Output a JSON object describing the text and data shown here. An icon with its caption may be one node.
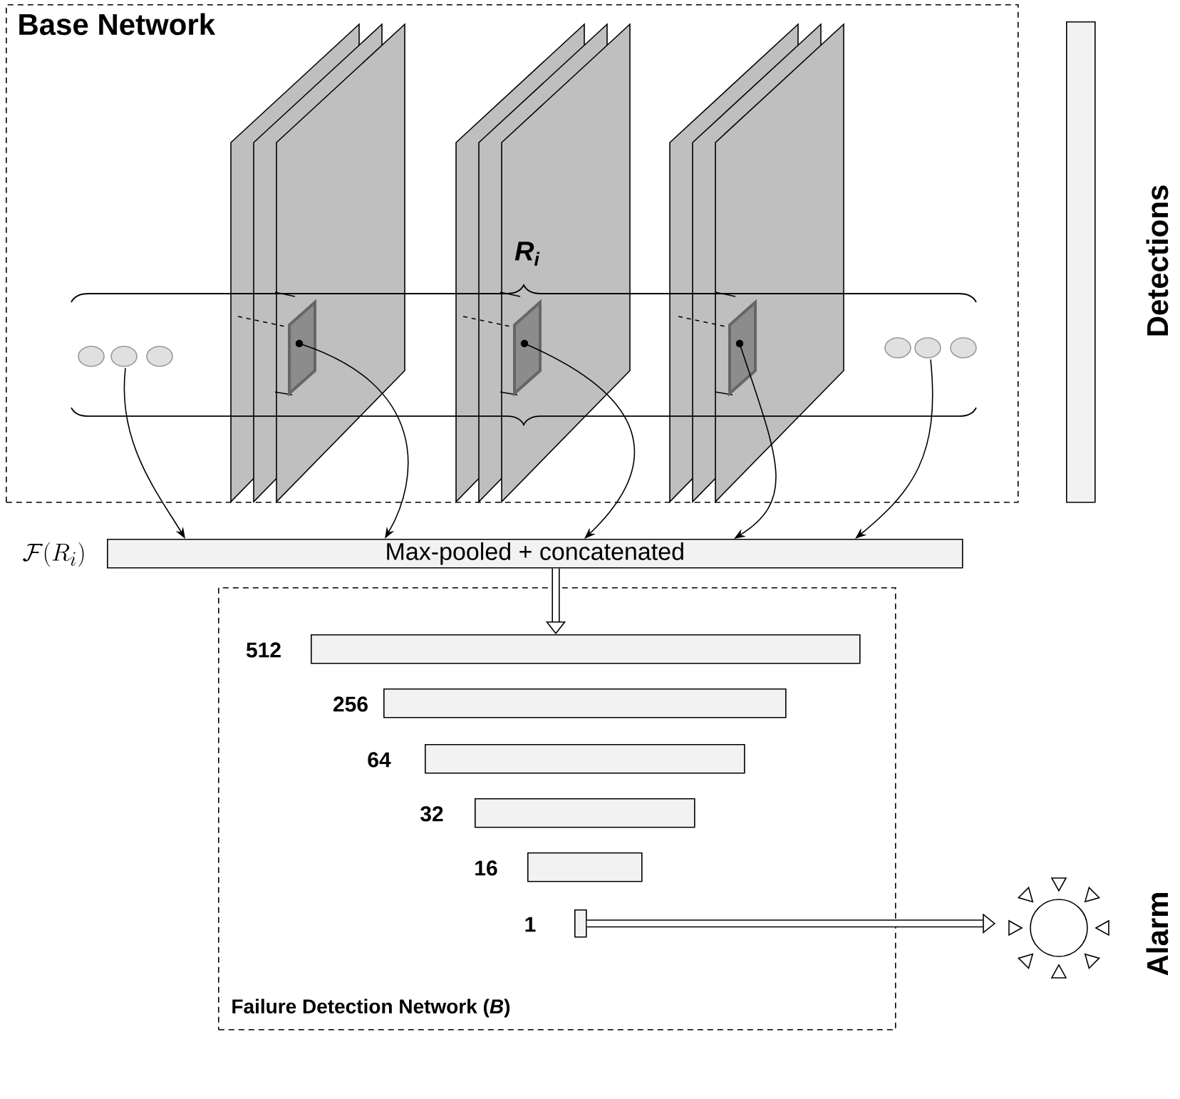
{
  "diagram": {
    "nodes": [
      {
        "text": [
          "Base Network"
        ]
      },
      {
        "text": [
          "Detections"
        ]
      },
      {
        "text": [],
        "shape": "circle",
        "in": 0
      },
      {
        "text": [],
        "shape": "box",
        "in": 0
      },
      {
        "text": [],
        "shape": "box",
        "in": 0
      },
      {
        "text": [],
        "shape": "box",
        "in": 0
      },
      {
        "text": [],
        "shape": "circle",
        "in": 0
      },
      {
        "text": [
          "Max-pooled + concatenated"
        ],
        "beside": [
          "\\mathcal{F}(R_i)"
        ]
      },
      {
        "text": [
          "Failure Detection Network (*B*)"
        ]
      },
      {
        "text": [],
        "shape": "bar",
        "in": 8,
        "beside": [
          "512"
        ]
      },
      {
        "text": [],
        "shape": "bar",
        "in": 8,
        "beside": [
          "256"
        ]
      },
      {
        "text": [],
        "shape": "bar",
        "in": 8,
        "beside": [
          "64"
        ]
      },
      {
        "text": [],
        "shape": "bar",
        "in": 8,
        "beside": [
          "32"
        ]
      },
      {
        "text": [],
        "shape": "bar",
        "in": 8,
        "beside": [
          "16"
        ]
      },
      {
        "text": [],
        "shape": "bar",
        "in": 8,
        "beside": [
          "1"
        ]
      },
      {
        "text": [
          "Alarm"
        ]
      }
    ],
    "edges": [
      {
        "from": 2,
        "to": 7,
        "arrow": "to"
      },
      {
        "from": 3,
        "to": 7,
        "arrow": "to"
      },
      {
        "from": 4,
        "to": 7,
        "arrow": "to"
      },
      {
        "from": 5,
        "to": 7,
        "arrow": "to"
      },
      {
        "from": 6,
        "to": 7,
        "arrow": "to"
      },
      {
        "from": 7,
        "to": 9,
        "arrow": "to",
        "style": "thick"
      },
      {
        "from": 14,
        "to": 15,
        "arrow": "to",
        "style": "thick"
      }
    ],
    "labels": [
      "R$_{i}$"
    ]
  }
}
